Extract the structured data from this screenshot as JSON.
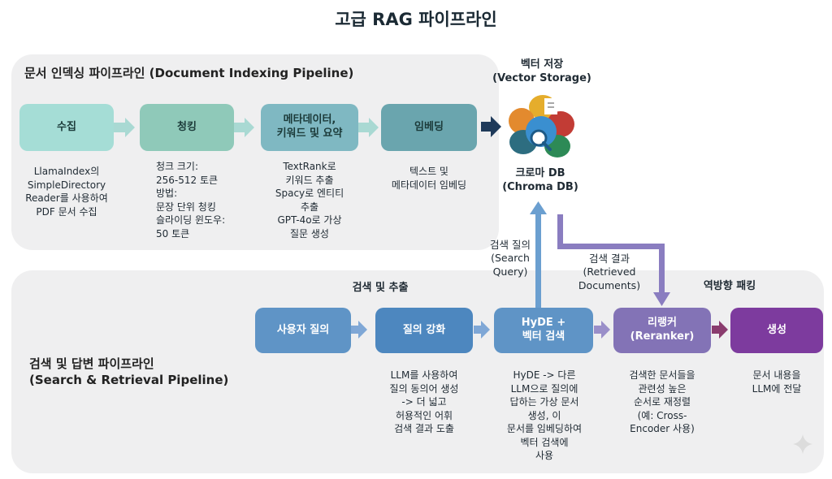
{
  "title": "고급 RAG 파이프라인",
  "indexing": {
    "title": "문서 인덱싱 파이프라인 (Document Indexing Pipeline)",
    "steps": [
      {
        "label": "수집",
        "desc": "LlamaIndex의\nSimpleDirectory\nReader를 사용하여\nPDF 문서 수집"
      },
      {
        "label": "청킹",
        "desc": "청크 크기:\n256-512 토큰\n방법:\n문장 단위 청킹\n슬라이딩 윈도우:\n50 토큰"
      },
      {
        "label": "메타데이터,\n키워드 및 요약",
        "desc": "TextRank로\n키워드 추출\nSpacy로 엔티티\n추출\nGPT-4o로 가상\n질문 생성"
      },
      {
        "label": "임베딩",
        "desc": "텍스트 및\n메타데이터 임베딩"
      }
    ]
  },
  "vector_storage": {
    "title": "벡터 저장\n(Vector Storage)",
    "db_name": "크로마 DB\n(Chroma DB)"
  },
  "query_label": "검색 질의\n(Search\nQuery)",
  "result_label": "검색 결과\n(Retrieved\nDocuments)",
  "retrieval": {
    "title": "검색 및 답변 파이프라인\n(Search & Retrieval Pipeline)",
    "section_search": "검색 및 추출",
    "section_packing": "역방향 패킹",
    "steps": [
      {
        "label": "사용자 질의",
        "desc": ""
      },
      {
        "label": "질의 강화",
        "desc": "LLM를 사용하여\n질의 동의어 생성\n-> 더 넓고\n허용적인 어휘\n검색 결과 도출"
      },
      {
        "label": "HyDE +\n벡터 검색",
        "desc": "HyDE -> 다른\nLLM으로 질의에\n답하는 가상 문서\n생성, 이\n문서를 임베딩하여\n벡터 검색에\n사용"
      },
      {
        "label": "리랭커\n(Reranker)",
        "desc": "검색한 문서들을\n관련성 높은\n순서로 재정렬\n(예: Cross-\nEncoder 사용)"
      },
      {
        "label": "생성",
        "desc": "문서 내용을\nLLM에 전달"
      }
    ]
  },
  "colors": {
    "indexing_boxes": [
      "#a5ddd6",
      "#8fc9b9",
      "#7fb8c2",
      "#6aa5ae"
    ],
    "retrieval_boxes": [
      "#5f94c6",
      "#4d87bf",
      "#5f94c6",
      "#8373b6",
      "#7d3b9e"
    ],
    "arrow_teal": "#a9d9d3",
    "arrow_navy": "#1f3a5a",
    "arrow_query": "#6b9fd0",
    "arrow_result": "#8a7dc0",
    "arrow_magenta": "#8a3c6e"
  }
}
